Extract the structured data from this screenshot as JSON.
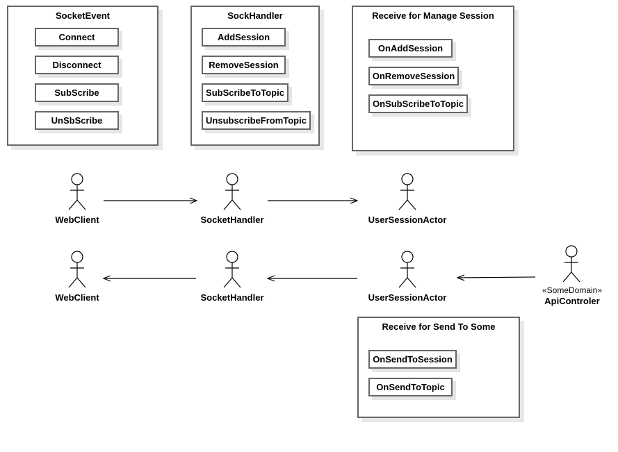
{
  "groups": {
    "socket_event": {
      "title": "SocketEvent",
      "items": [
        "Connect",
        "Disconnect",
        "SubScribe",
        "UnSbScribe"
      ]
    },
    "sock_handler": {
      "title": "SockHandler",
      "items": [
        "AddSession",
        "RemoveSession",
        "SubScribeToTopic",
        "UnsubscribeFromTopic"
      ]
    },
    "manage_session": {
      "title": "Receive for Manage Session",
      "items": [
        "OnAddSession",
        "OnRemoveSession",
        "OnSubScribeToTopic"
      ]
    },
    "send_to_some": {
      "title": "Receive for Send To Some",
      "items": [
        "OnSendToSession",
        "OnSendToTopic"
      ]
    }
  },
  "actors": {
    "row1": {
      "web_client": "WebClient",
      "socket_handler": "SocketHandler",
      "user_session_actor": "UserSessionActor"
    },
    "row2": {
      "web_client": "WebClient",
      "socket_handler": "SocketHandler",
      "user_session_actor": "UserSessionActor",
      "api_controller": "ApiControler",
      "api_controller_stereotype": "«SomeDomain»"
    }
  }
}
